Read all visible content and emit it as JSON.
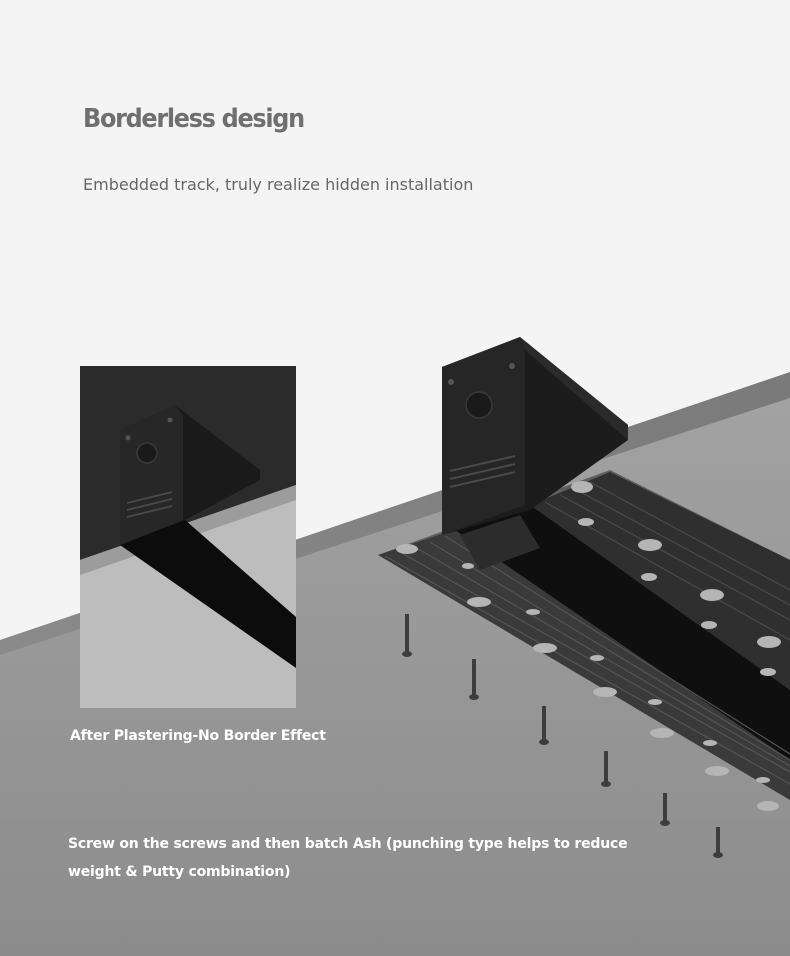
{
  "heading": "Borderless design",
  "subheading": "Embedded track, truly realize hidden installation",
  "captions": {
    "inset": "After Plastering-No Border Effect",
    "main_line1": "Screw on the screws and then batch Ash (punching type helps to reduce",
    "main_line2": "weight & Putty combination)"
  },
  "colors": {
    "background": "#f4f4f4",
    "heading": "#6f6f6f",
    "ceiling": "#9a9a9a",
    "track": "#1a1a1a",
    "caption": "#ffffff"
  }
}
